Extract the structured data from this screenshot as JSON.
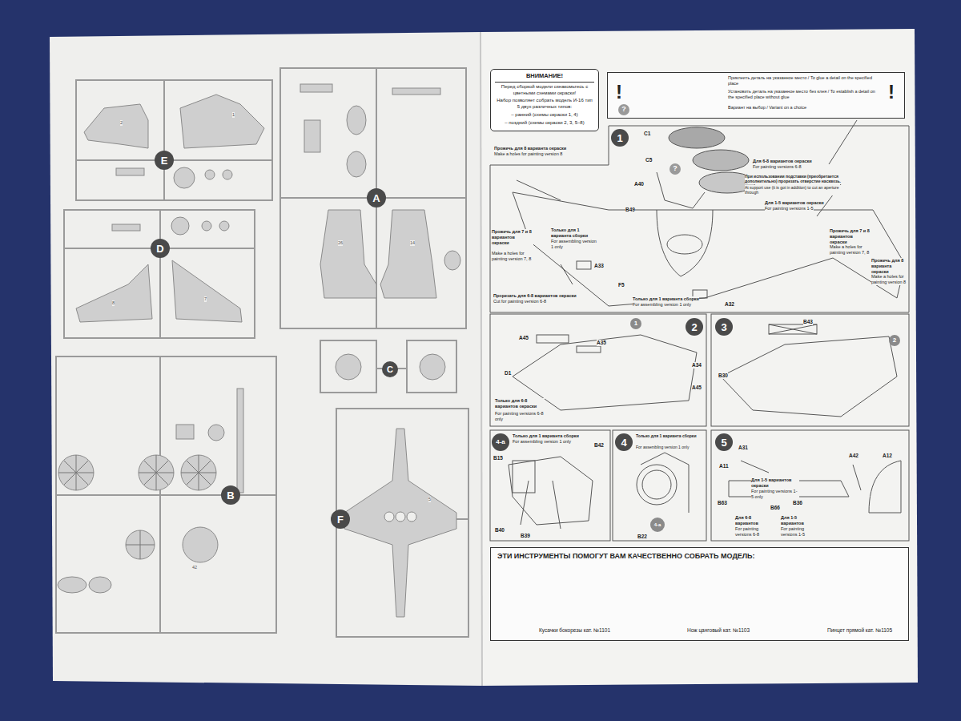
{
  "diagram": {
    "nodes": [
      {
        "text": [
          "E"
        ]
      },
      {
        "text": [
          "A"
        ]
      },
      {
        "text": [
          "D"
        ]
      },
      {
        "text": [
          "C"
        ]
      },
      {
        "text": [
          "B"
        ]
      },
      {
        "text": [
          "F"
        ]
      },
      {
        "text": [
          "ВНИМАНИЕ!",
          "Перед сборкой модели ознакомьтесь с цветными схемами окраски!",
          "Набор позволяет собрать модель И-16 тип 5 двух различных типов:",
          "– ранний (схемы окраски 1, 4)",
          "– поздний (схемы окраски 2, 3, 5–8)"
        ]
      },
      {
        "text": [
          "!",
          "!"
        ]
      },
      {
        "text": [
          "1"
        ]
      },
      {
        "text": [
          "1"
        ]
      },
      {
        "text": [
          "2"
        ]
      },
      {
        "text": [
          "3"
        ]
      },
      {
        "text": [
          "2"
        ]
      },
      {
        "text": [
          "4-a"
        ]
      },
      {
        "text": [
          "4"
        ]
      },
      {
        "text": [
          "4-a"
        ]
      },
      {
        "text": [
          "5"
        ]
      },
      {
        "text": [
          "ЭТИ ИНСТРУМЕНТЫ ПОМОГУТ ВАМ КАЧЕСТВЕННО СОБРАТЬ МОДЕЛЬ:",
          "Кусачки бокорезы кат. №1101",
          "Нож цанговый кат. №1103",
          "Пинцет прямой кат. №1105"
        ]
      }
    ],
    "labels": [
      "C1",
      "C5",
      "A40",
      "B49",
      "?",
      "Для 6-8 вариантов окраски",
      "For painting versions 6-8",
      "При использовании подставки (приобретается дополнительно) прорезать отверстие насквозь.",
      "At support use (it is got in addition) to cut an aperture through",
      "Для 1-5 вариантов окраски",
      "For painting versions 1-5",
      "Прожечь для 8 варианта окраски",
      "Make a holes for painting version 8",
      "Прожечь для 7 и 8 вариантов окраски",
      "Make a holes for painting version 7, 8",
      "Только для 1 варианта сборки",
      "For assembling version 1 only",
      "A33",
      "Прорезать для 6-8 вариантов окраски",
      "Cut for painting version 6-8",
      "F5",
      "Только для 1 варианта сборки",
      "For assembling version 1 only",
      "A32",
      "Прожечь для 7 и 8 вариантов окраски",
      "Make a holes for painting version 7, 8",
      "Прожечь для 8 варианта окраски",
      "Make a holes for painting version 8",
      "A45",
      "A35",
      "D1",
      "A34",
      "A45",
      "Только для 6-8 вариантов окраски",
      "For painting versions 6-8 only",
      "B43",
      "B30",
      "Только для 1 варианта сборки",
      "For assembling version 1 only",
      "B42",
      "B15",
      "B40",
      "B39",
      "Только для 1 варианта сборки",
      "For assembling version 1 only",
      "B22",
      "A31",
      "A11",
      "Для 1-5 вариантов окраски",
      "For painting versions 1-5 only",
      "B63",
      "B66",
      "B36",
      "Для 6-8 вариантов окраски",
      "For painting versions 6-8",
      "Для 1-5 вариантов окраски",
      "For painting versions 1-5",
      "A42",
      "A12",
      "?",
      "2",
      "1",
      "8",
      "7",
      "26",
      "14",
      "42",
      "5"
    ],
    "legend": [
      {
        "text": "Приклеить деталь на указанное место / To glue a detail on the specified place"
      },
      {
        "text": "Установить деталь на указанное место без клея / To establish a detail on the specified place without glue"
      },
      {
        "text": "Вариант на выбор / Variant on a choice"
      }
    ]
  }
}
